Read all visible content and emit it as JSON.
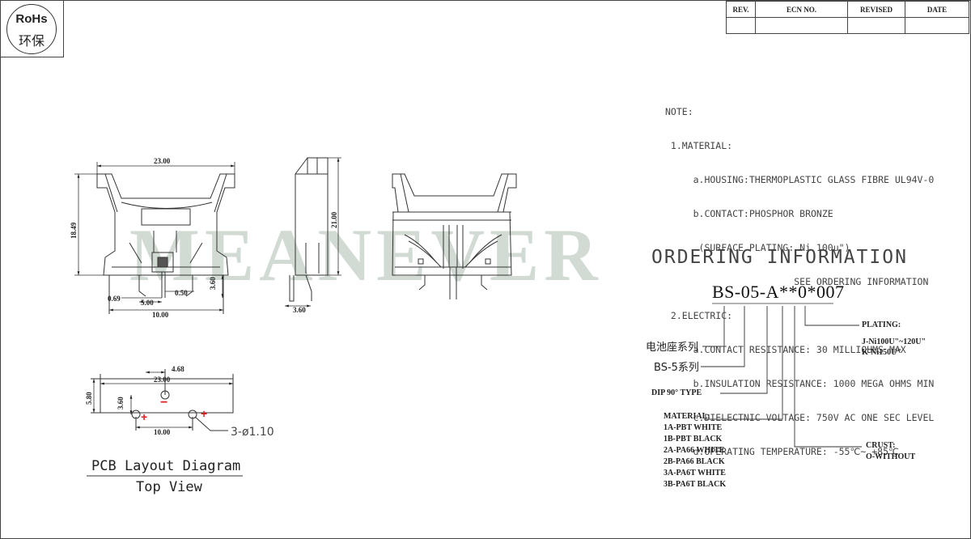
{
  "rohs": {
    "line1": "RoHs",
    "line2": "环保"
  },
  "revision_table": {
    "headers": [
      "REV.",
      "ECN NO.",
      "REVISED",
      "DATE"
    ]
  },
  "watermark": "MEANEVER",
  "dimensions": {
    "front_width": "23.00",
    "front_height": "18.49",
    "pin_offset": "0.69",
    "pin_width": "0.50",
    "pin_pitch_5": "5.00",
    "pin_span": "10.00",
    "pin_height": "3.60",
    "side_height": "21.00",
    "side_pin": "3.60"
  },
  "pcb": {
    "top_offset": "4.68",
    "width": "23.00",
    "height": "5.80",
    "hole_y": "3.60",
    "hole_span": "10.00",
    "minus": "−",
    "plus": "+",
    "holes": "3-ø1.10",
    "title": "PCB Layout Diagram",
    "subtitle": "Top View"
  },
  "notes": {
    "lines": [
      "NOTE:",
      " 1.MATERIAL:",
      "     a.HOUSING:THERMOPLASTIC GLASS FIBRE UL94V-0",
      "     b.CONTACT:PHOSPHOR BRONZE",
      "      (SURFACE PLATING: Ni 100u\")",
      "                       SEE ORDERING INFORMATION",
      " 2.ELECTRIC:",
      "     a.CONTACT RESISTANCE: 30 MILLIOHMS MAX",
      "     b.INSULATION RESISTANCE: 1000 MEGA OHMS MIN",
      "     c.DIELECTNIC VOLTAGE: 750V AC ONE SEC LEVEL",
      "     d.OPERATING TEMPERATURE: -55℃~ +85℃"
    ]
  },
  "ordering": {
    "title": "ORDERING INFORMATION",
    "part_number": "BS-05-A**0*007",
    "series_cn": "电池座系列",
    "series_bs": "BS-5系列",
    "dip": "DIP 90°  TYPE",
    "plating_title": "PLATING:",
    "plating_j": "J-Ni100U\"~120U\"",
    "plating_k": "K-Ni150U\"",
    "material_title": "MATERIAL:",
    "materials": [
      "1A-PBT WHITE",
      "1B-PBT BLACK",
      "2A-PA66 WHITE",
      "2B-PA66 BLACK",
      "3A-PA6T WHITE",
      "3B-PA6T BLACK"
    ],
    "crust_title": "CRUST:",
    "crust_value": "O-WITHOUT"
  }
}
